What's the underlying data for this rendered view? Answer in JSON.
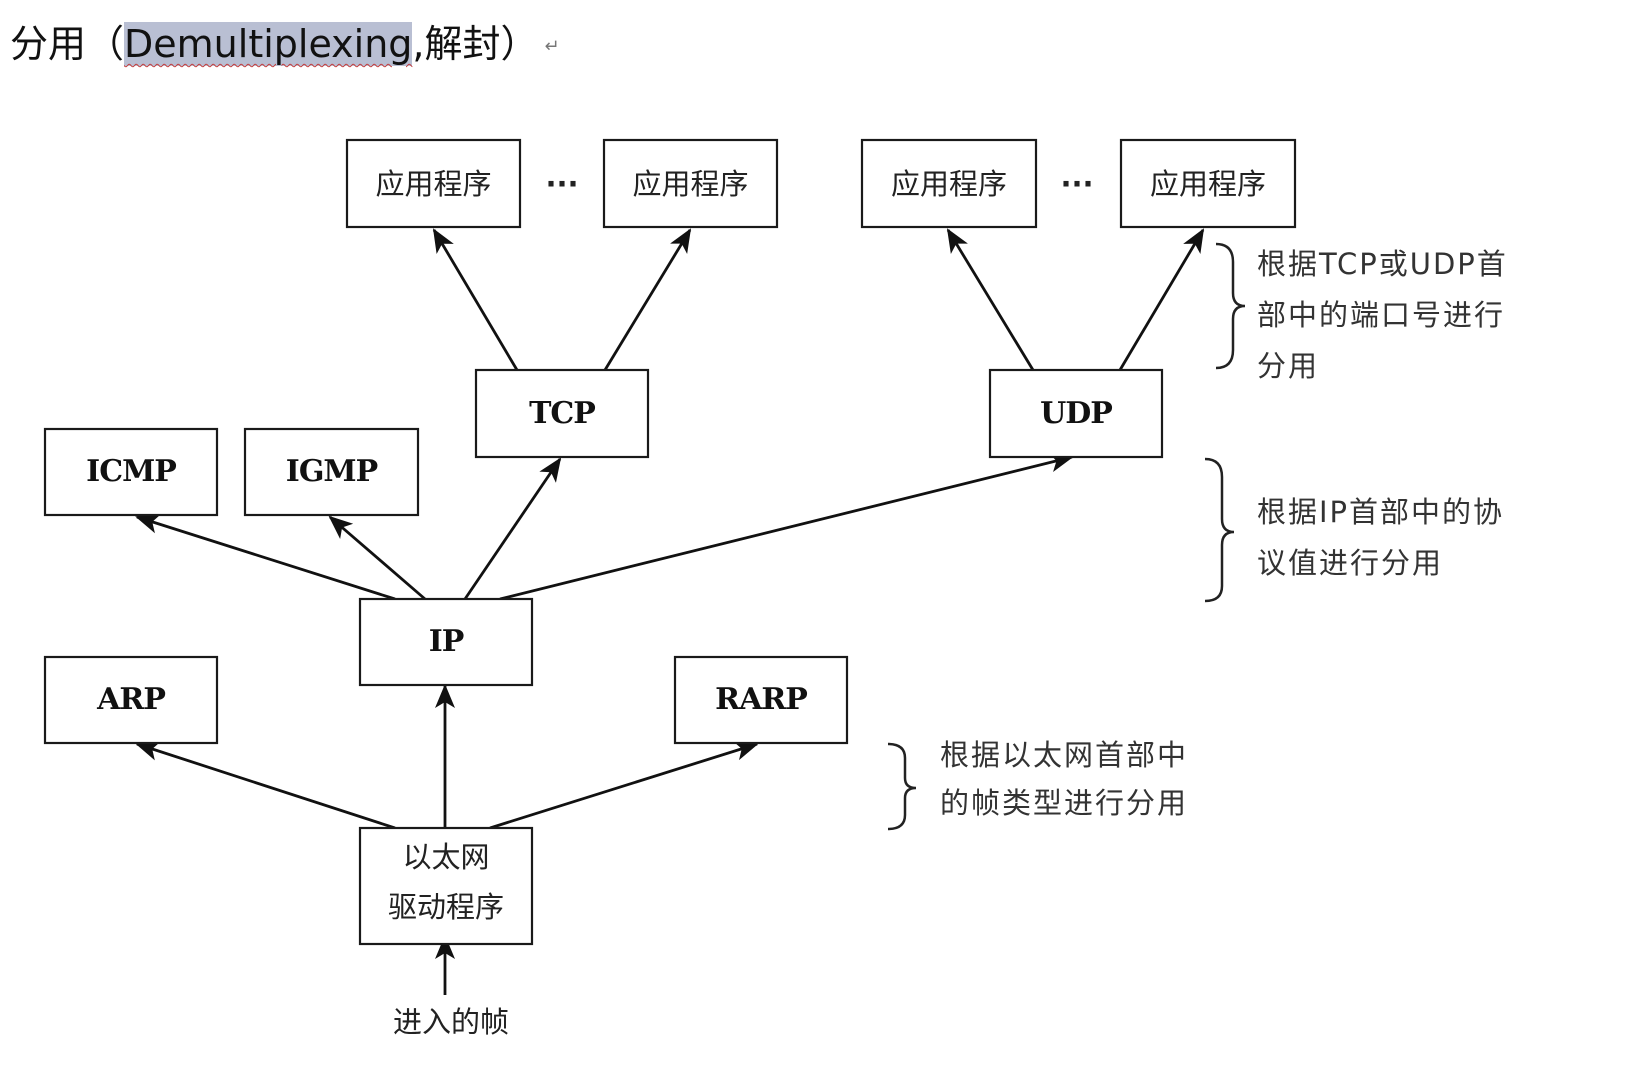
{
  "heading": {
    "prefix": "分用（",
    "highlighted": "Demultiplexing",
    "suffix": ",解封）",
    "return_mark": "↵"
  },
  "nodes": {
    "app1": "应用程序",
    "app2": "应用程序",
    "app3": "应用程序",
    "app4": "应用程序",
    "tcp": "TCP",
    "udp": "UDP",
    "icmp": "ICMP",
    "igmp": "IGMP",
    "ip": "IP",
    "arp": "ARP",
    "rarp": "RARP",
    "ethernet_line1": "以太网",
    "ethernet_line2": "驱动程序",
    "incoming": "进入的帧"
  },
  "ellipsis": {
    "left": "···",
    "right": "···"
  },
  "notes": {
    "port": [
      "根据TCP或UDP首",
      "部中的端口号进行",
      "分用"
    ],
    "protocol": [
      "根据IP首部中的协",
      "议值进行分用"
    ],
    "frame": [
      "根据以太网首部中",
      "的帧类型进行分用"
    ]
  }
}
